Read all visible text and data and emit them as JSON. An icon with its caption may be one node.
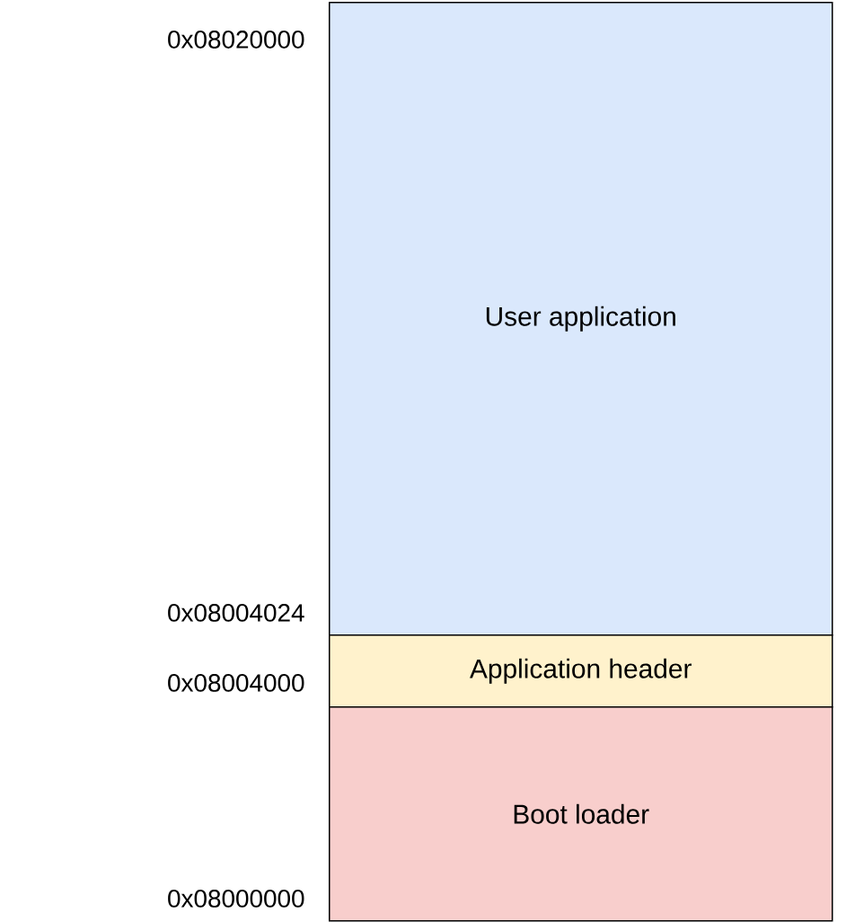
{
  "diagram": {
    "nodes": [
      {
        "text": [
          "User application"
        ]
      },
      {
        "text": [
          "Application header"
        ]
      },
      {
        "text": [
          "Boot loader"
        ]
      }
    ],
    "labels": [
      "0x08020000",
      "0x08004024",
      "0x08004000",
      "0x08000000"
    ]
  }
}
